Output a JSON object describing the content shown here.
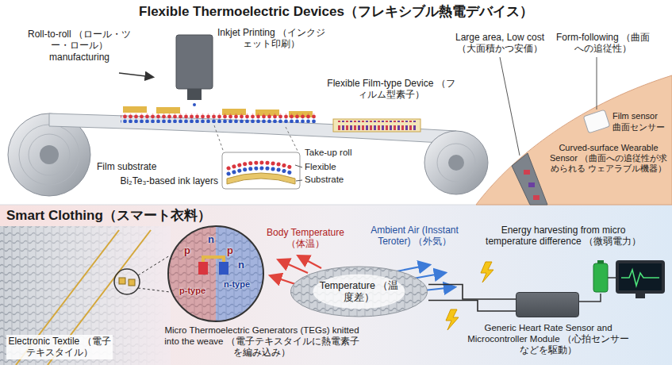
{
  "diagram": {
    "title": "Flexible Thermoelectric Devices（フレキシブル熱電デバイス）",
    "nodes": [
      {
        "text": [
          "Temperature （温度差）"
        ]
      },
      {
        "text": [
          "Generic Heart Rate Sensor and Microcontroller Module （心拍センサーなどを駆動）"
        ]
      }
    ],
    "edges": [
      {
        "from": 0,
        "to": 1,
        "arrow": "none"
      },
      {
        "from": 0,
        "to": 1,
        "arrow": "none"
      }
    ],
    "labels": [
      "Roll-to-roll （ロール・ツー・ロール） manufacturing",
      "Inkjet Printing （インクジェット印刷）",
      "Flexible Film-type Device （フィルム型素子）",
      "Large area, Low cost （大面積かつ安価）",
      "Form-following （曲面への追従性）",
      "Film substrate",
      "Take-up roll",
      "Bi₂Te₃-based ink layers",
      "Flexible",
      "Substrate",
      "Film sensor",
      "曲面センサー",
      "Curved-surface Wearable Sensor （曲面への追従性が求められる ウェアラブル機器）",
      "Smart Clothing（スマート衣料）",
      "Body Temperature （体温）",
      "Ambient Air (Insstant Teroter) （外気）",
      "Energy harvesting from micro temperature difference （微弱電力）",
      "p",
      "n",
      "p",
      "n",
      "n-type",
      "p-type",
      "Micro Thermoelectric Generators (TEGs) knitted into the weave （電子テキスタイルに熱電素子を編み込み）",
      "Electronic Textile （電子テキスタイル）"
    ]
  }
}
